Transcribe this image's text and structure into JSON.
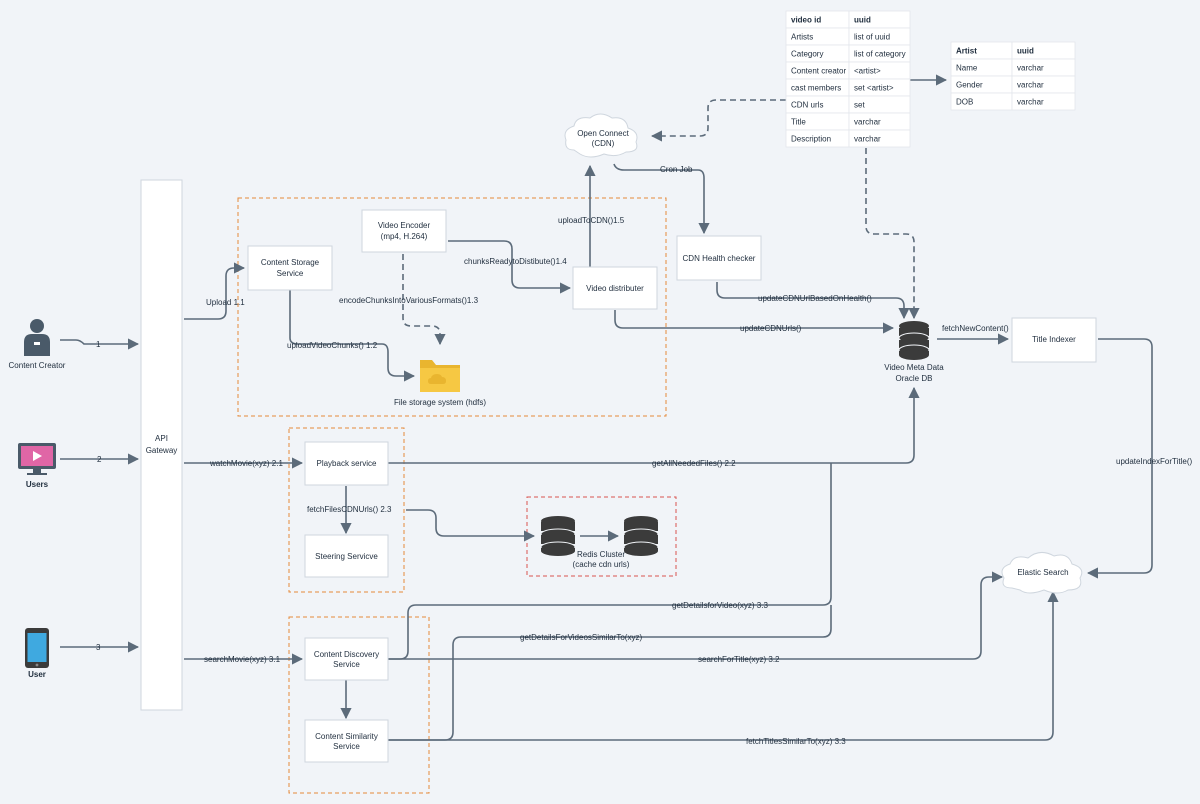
{
  "actors": {
    "content_creator": "Content Creator",
    "users": "Users",
    "user": "User"
  },
  "api_gateway": {
    "line1": "API",
    "line2": "Gateway"
  },
  "services": {
    "content_storage": {
      "line1": "Content Storage",
      "line2": "Service"
    },
    "video_encoder": {
      "line1": "Video Encoder",
      "line2": "(mp4, H.264)"
    },
    "video_distributer": "Video distributer",
    "file_storage": "File storage system (hdfs)",
    "open_connect": {
      "line1": "Open Connect",
      "line2": "(CDN)"
    },
    "cdn_health": "CDN Health checker",
    "meta_db": {
      "line1": "Video Meta Data",
      "line2": "Oracle DB"
    },
    "title_indexer": "Title Indexer",
    "playback": "Playback service",
    "steering": "Steering Servicve",
    "redis": {
      "line1": "Redis Cluster",
      "line2": "(cache cdn urls)"
    },
    "elastic": "Elastic Search",
    "content_discovery": {
      "line1": "Content Discovery",
      "line2": "Service"
    },
    "content_similarity": {
      "line1": "Content Similarity",
      "line2": "Service"
    }
  },
  "edges": {
    "e1": "1",
    "e2": "2",
    "e3": "3",
    "upload": "Upload 1.1",
    "upload_chunks": "uploadVideoChunks() 1.2",
    "encode_chunks": "encodeChunksIntoVariousFormats()1.3",
    "chunks_ready": "chunksReadytoDistibute()1.4",
    "upload_cdn": "uploadToCDN()1.5",
    "cron_job": "Cron Job",
    "update_health": "updateCDNUrlBasedOnHealth()",
    "update_cdn_urls": "updateCDNUrls()",
    "fetch_new_content": "fetchNewContent()",
    "update_index": "updateIndexForTitle()",
    "watch_movie": "watchMovie(xyz) 2.1",
    "get_all_files": "getAllNeededFiles() 2.2",
    "fetch_files_cdn": "fetchFilesCDNUrls() 2.3",
    "search_movie": "searchMovie(xyz) 3.1",
    "get_details": "getDetailsforVideo(xyz) 3.3",
    "get_details_similar": "getDetailsForVideosSimilarTo(xyz)",
    "search_title": "searchForTitle(xyz) 3.2",
    "fetch_titles_similar": "fetchTitlesSimilarTo(xyz) 3.3"
  },
  "video_table": {
    "rows": [
      [
        "video id",
        "uuid"
      ],
      [
        "Artists",
        "list of uuid"
      ],
      [
        "Category",
        "list of category"
      ],
      [
        "Content creator",
        "<artist>"
      ],
      [
        "cast members",
        "set <artist>"
      ],
      [
        "CDN urls",
        "set"
      ],
      [
        "Title",
        "varchar"
      ],
      [
        "Description",
        "varchar"
      ]
    ]
  },
  "artist_table": {
    "rows": [
      [
        "Artist",
        "uuid"
      ],
      [
        "Name",
        "varchar"
      ],
      [
        "Gender",
        "varchar"
      ],
      [
        "DOB",
        "varchar"
      ]
    ]
  },
  "colors": {
    "line": "#5c6b7a",
    "orange_group": "#e58a3a",
    "red_group": "#d9534f",
    "folder": "#f6c843",
    "tv": "#e066a6",
    "phone": "#3fa9e0",
    "person": "#4a5a69",
    "db": "#3b3b3b"
  },
  "icons": [
    "person-icon",
    "tv-icon",
    "phone-icon",
    "database-icon",
    "cloud-icon",
    "folder-icon"
  ]
}
